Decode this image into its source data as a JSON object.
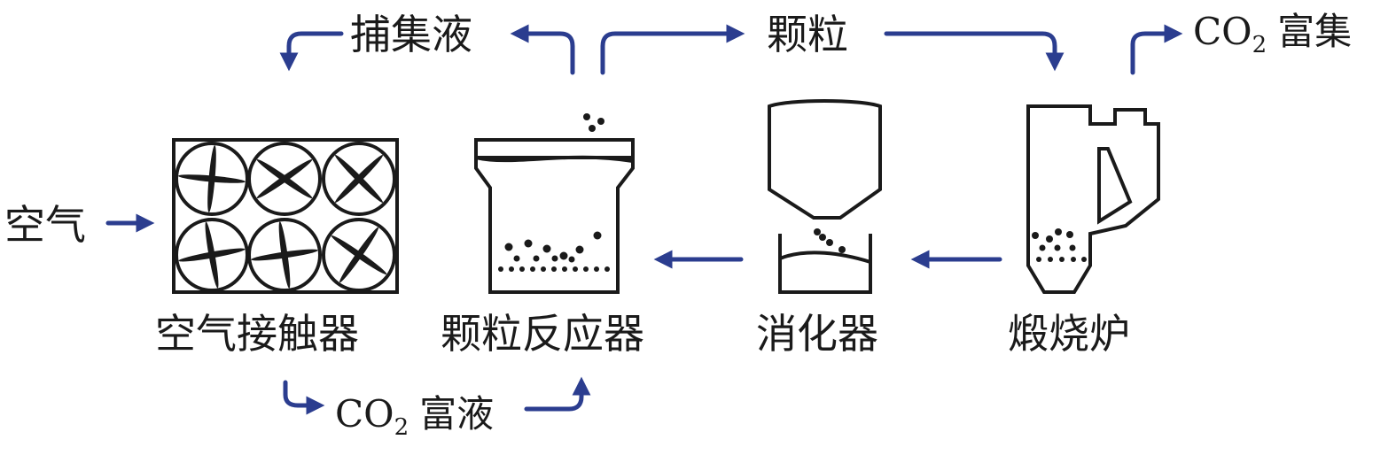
{
  "labels": {
    "air": "空气",
    "air_contactor": "空气接触器",
    "pellet_reactor": "颗粒反应器",
    "slaker": "消化器",
    "calciner": "煅烧炉",
    "capture_liquid": "捕集液",
    "pellets": "颗粒",
    "co2_prefix": "CO",
    "co2_sub": "2",
    "co2_capture_suffix": "富集",
    "co2_rich_suffix": "富液"
  },
  "colors": {
    "arrow": "#2b3d8f",
    "line": "#1a1a1a"
  }
}
